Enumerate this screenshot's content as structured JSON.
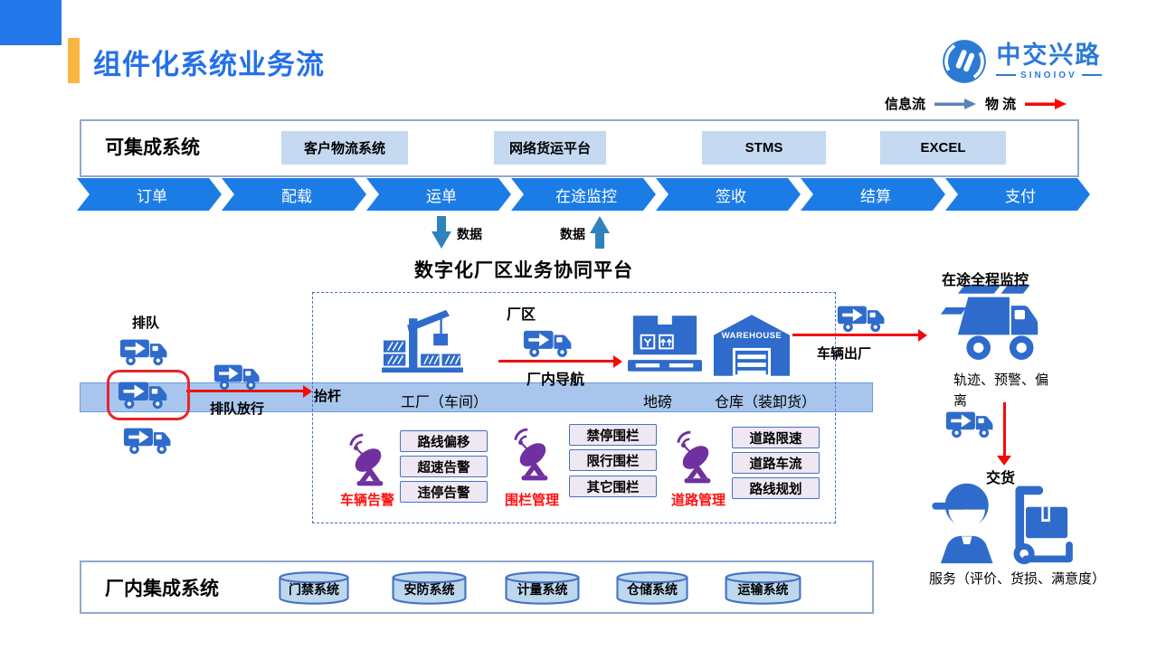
{
  "colors": {
    "primary_blue": "#1C7CE6",
    "title_blue": "#2470E8",
    "deco_blue": "#2377E8",
    "accent_yellow": "#F9B642",
    "light_pill": "#C5D9F1",
    "band_fill": "#A8C6ED",
    "band_border": "#6E9AD8",
    "box_border": "#8FA8D0",
    "dashed": "#4472C4",
    "lavender": "#EFE7F2",
    "purple": "#7030A0",
    "red": "#F50A0A",
    "icon_blue": "#2F6BCB",
    "steel": "#5B82B8",
    "data_arrow": "#2E83BC",
    "logo_blue": "#2B7BD6"
  },
  "header": {
    "title": "组件化系统业务流",
    "logo_name": "中交兴路",
    "logo_sub": "SINOIOV"
  },
  "legend": {
    "info": "信息流",
    "material": "物 流"
  },
  "integrable": {
    "label": "可集成系统",
    "items": [
      "客户物流系统",
      "网络货运平台",
      "STMS",
      "EXCEL"
    ]
  },
  "process_steps": [
    "订单",
    "配载",
    "运单",
    "在途监控",
    "签收",
    "结算",
    "支付"
  ],
  "data_flow": {
    "down": "数据",
    "up": "数据"
  },
  "platform": {
    "title": "数字化厂区业务协同平台",
    "zone": "厂区",
    "warehouse_text": "WAREHOUSE",
    "band": {
      "gate": "抬杆",
      "factory": "工厂（车间）",
      "weighbridge": "地磅",
      "warehouse": "仓库（装卸货）"
    },
    "nav": "厂内导航",
    "exit": "车辆出厂"
  },
  "queue": {
    "label": "排队",
    "release": "排队放行"
  },
  "alert_groups": [
    {
      "label": "车辆告警",
      "items": [
        "路线偏移",
        "超速告警",
        "违停告警"
      ]
    },
    {
      "label": "围栏管理",
      "items": [
        "禁停围栏",
        "限行围栏",
        "其它围栏"
      ]
    },
    {
      "label": "道路管理",
      "items": [
        "道路限速",
        "道路车流",
        "路线规划"
      ]
    }
  ],
  "monitoring": {
    "title": "在途全程监控",
    "desc": "轨迹、预警、偏离",
    "delivery": "交货",
    "service": "服务（评价、货损、满意度）"
  },
  "integrated": {
    "label": "厂内集成系统",
    "systems": [
      "门禁系统",
      "安防系统",
      "计量系统",
      "仓储系统",
      "运输系统"
    ]
  }
}
